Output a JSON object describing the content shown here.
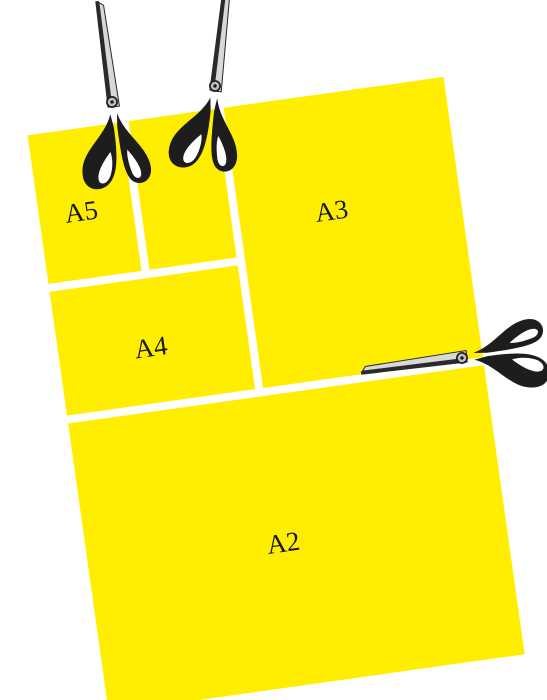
{
  "diagram": {
    "paper_color": "#ffee00",
    "cut_gap_color": "#ffffff",
    "sheets": [
      {
        "id": "a5a",
        "label": "A5"
      },
      {
        "id": "a5b",
        "label": ""
      },
      {
        "id": "a4",
        "label": "A4"
      },
      {
        "id": "a3",
        "label": "A3"
      },
      {
        "id": "a2",
        "label": "A2"
      }
    ],
    "scissors": {
      "icon": "scissors-icon",
      "count": 3,
      "color": "#222222",
      "blade_color": "#e8e8e8"
    }
  }
}
